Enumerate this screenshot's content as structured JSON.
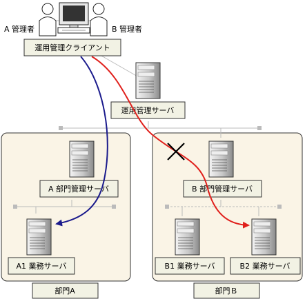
{
  "labels": {
    "admin_a": "A 管理者",
    "admin_b": "B 管理者",
    "client": "運用管理クライアント",
    "mgmt_server": "運用管理サーバ",
    "dept_a_server": "A 部門管理サーバ",
    "dept_b_server": "B 部門管理サーバ",
    "a1_server": "A1 業務サーバ",
    "b1_server": "B1 業務サーバ",
    "b2_server": "B2 業務サーバ",
    "dept_a": "部門A",
    "dept_b": "部門Ｂ"
  },
  "paths": {
    "admin_a_path": {
      "color": "#1a1a8c",
      "blocked": false
    },
    "admin_b_path": {
      "color": "#e0201c",
      "blocked": true
    }
  },
  "colors": {
    "department_fill": "#faf4e6",
    "department_stroke": "#333333",
    "label_box_fill": "#f2f2e4",
    "connector": "#bbbbbb"
  }
}
